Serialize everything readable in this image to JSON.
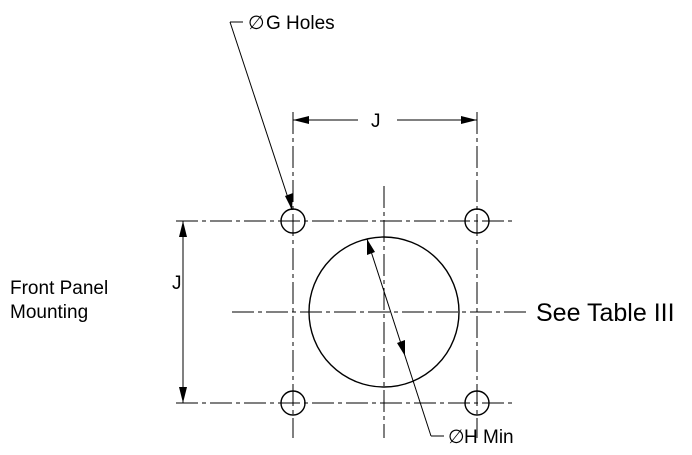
{
  "labels": {
    "holes_symbol": "∅",
    "holes_text": "G Holes",
    "j_top": "J",
    "j_left": "J",
    "panel_line1": "Front Panel",
    "panel_line2": "Mounting",
    "see_table": "See Table III",
    "hmin_symbol": "∅",
    "hmin_text": "H Min"
  }
}
